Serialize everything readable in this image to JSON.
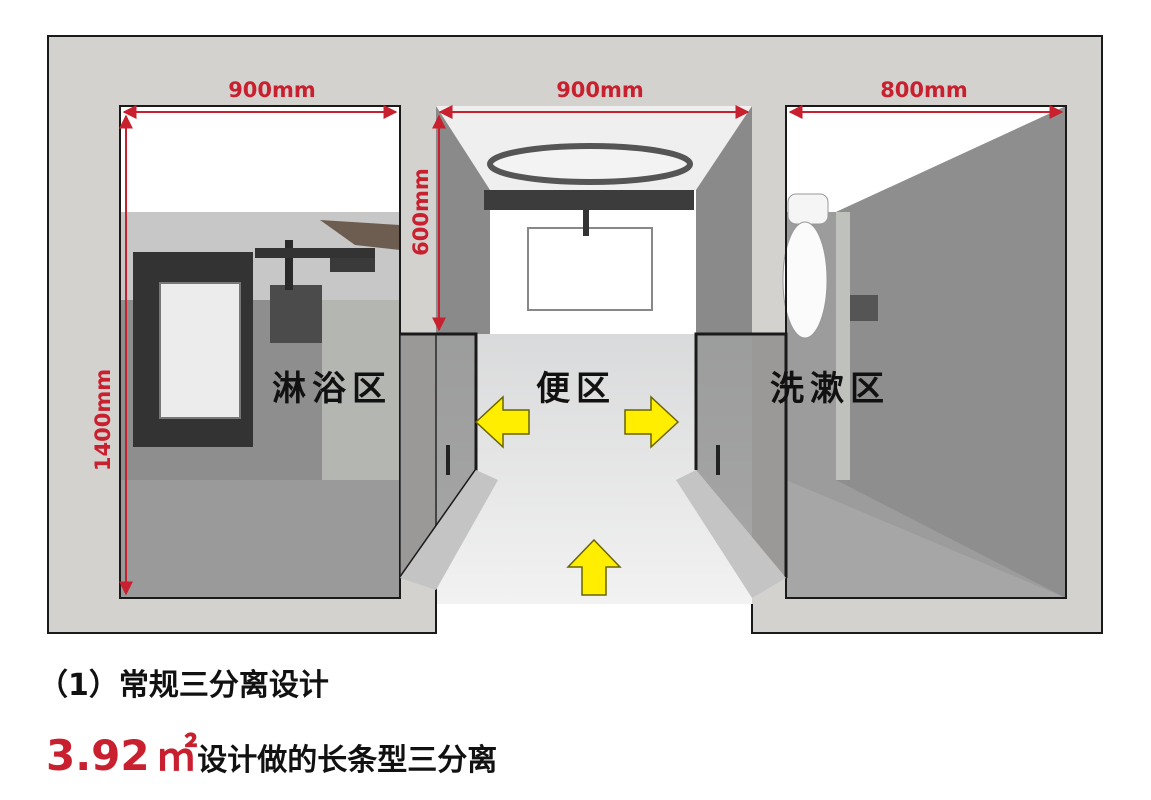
{
  "dimensions": {
    "shower_width": "900mm",
    "toilet_width": "900mm",
    "wash_width": "800mm",
    "toilet_depth": "600mm",
    "overall_depth": "1400mm"
  },
  "zones": {
    "shower": "淋浴区",
    "toilet": "便区",
    "wash": "洗漱区"
  },
  "caption": "（1）常规三分离设计",
  "area": {
    "value": "3.92",
    "unit": "㎡",
    "description": "设计做的长条型三分离"
  },
  "colors": {
    "dimension_red": "#c8202f",
    "arrow_yellow": "#ffee00",
    "wall_gray": "#d4d2cf"
  }
}
